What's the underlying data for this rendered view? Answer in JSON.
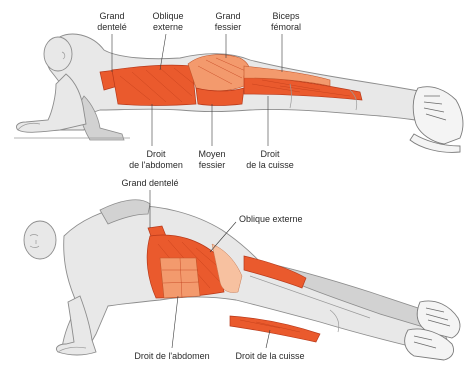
{
  "figure_top": {
    "labels": {
      "grand_dentele": [
        "Grand",
        "dentelé"
      ],
      "oblique_externe": [
        "Oblique",
        "externe"
      ],
      "grand_fessier": [
        "Grand",
        "fessier"
      ],
      "biceps_femoral": [
        "Biceps",
        "fémoral"
      ],
      "droit_abdomen": [
        "Droit",
        "de l'abdomen"
      ],
      "moyen_fessier": [
        "Moyen",
        "fessier"
      ],
      "droit_cuisse": [
        "Droit",
        "de la cuisse"
      ]
    }
  },
  "figure_bottom": {
    "labels": {
      "grand_dentele": "Grand dentelé",
      "oblique_externe": "Oblique externe",
      "droit_abdomen": "Droit de l'abdomen",
      "droit_cuisse": "Droit de la cuisse"
    }
  },
  "colors": {
    "muscle": "#ea5a2d",
    "muscle_light": "#f39a6d",
    "skin": "#e8e8e8",
    "outline": "#8d8d8d"
  }
}
